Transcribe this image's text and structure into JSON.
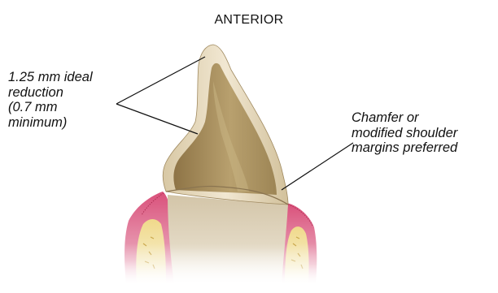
{
  "title": "ANTERIOR",
  "callouts": {
    "reduction": {
      "lines": [
        "1.25 mm ideal",
        "reduction",
        "(0.7 mm",
        "minimum)"
      ]
    },
    "margins": {
      "lines": [
        "Chamfer or",
        "modified shoulder",
        "margins preferred"
      ]
    }
  }
}
